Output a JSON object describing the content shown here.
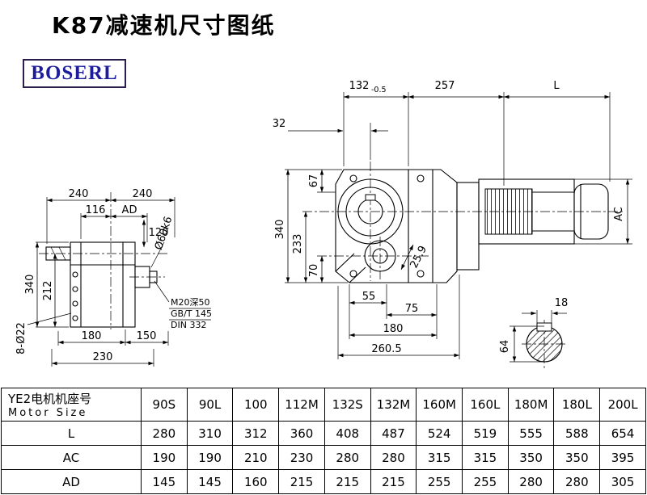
{
  "page": {
    "title": "K87减速机尺寸图纸",
    "brand": "BOSERL"
  },
  "front_view": {
    "dim_132": "132",
    "dim_132_tol": "-0.5",
    "dim_257": "257",
    "dim_L": "L",
    "dim_32": "32",
    "dim_67": "67",
    "dim_340": "340",
    "dim_233": "233",
    "dim_70": "70",
    "dim_55": "55",
    "dim_75": "75",
    "dim_25_9": "25.9",
    "dim_180": "180",
    "dim_260_5": "260.5",
    "dim_AC": "AC"
  },
  "side_view": {
    "dim_240a": "240",
    "dim_240b": "240",
    "dim_116": "116",
    "dim_AD": "AD",
    "dim_120": "120",
    "dim_shaft": "Ø60k6",
    "dim_340": "340",
    "dim_212": "212",
    "dim_180": "180",
    "dim_150": "150",
    "dim_230": "230",
    "dim_holes": "8-Ø22",
    "note1": "M20深50",
    "note2": "GB/T 145",
    "note3": "DIN 332"
  },
  "shaft_view": {
    "dim_18": "18",
    "dim_64": "64"
  },
  "table": {
    "header_cn": "YE2电机机座号",
    "header_en": "Motor Size",
    "columns": [
      "90S",
      "90L",
      "100",
      "112M",
      "132S",
      "132M",
      "160M",
      "160L",
      "180M",
      "180L",
      "200L"
    ],
    "rows": [
      {
        "label": "L",
        "values": [
          "280",
          "310",
          "312",
          "360",
          "408",
          "487",
          "524",
          "519",
          "555",
          "588",
          "654"
        ]
      },
      {
        "label": "AC",
        "values": [
          "190",
          "190",
          "210",
          "230",
          "280",
          "280",
          "315",
          "315",
          "350",
          "350",
          "395"
        ]
      },
      {
        "label": "AD",
        "values": [
          "145",
          "145",
          "160",
          "215",
          "215",
          "215",
          "255",
          "255",
          "280",
          "280",
          "305"
        ]
      }
    ]
  }
}
